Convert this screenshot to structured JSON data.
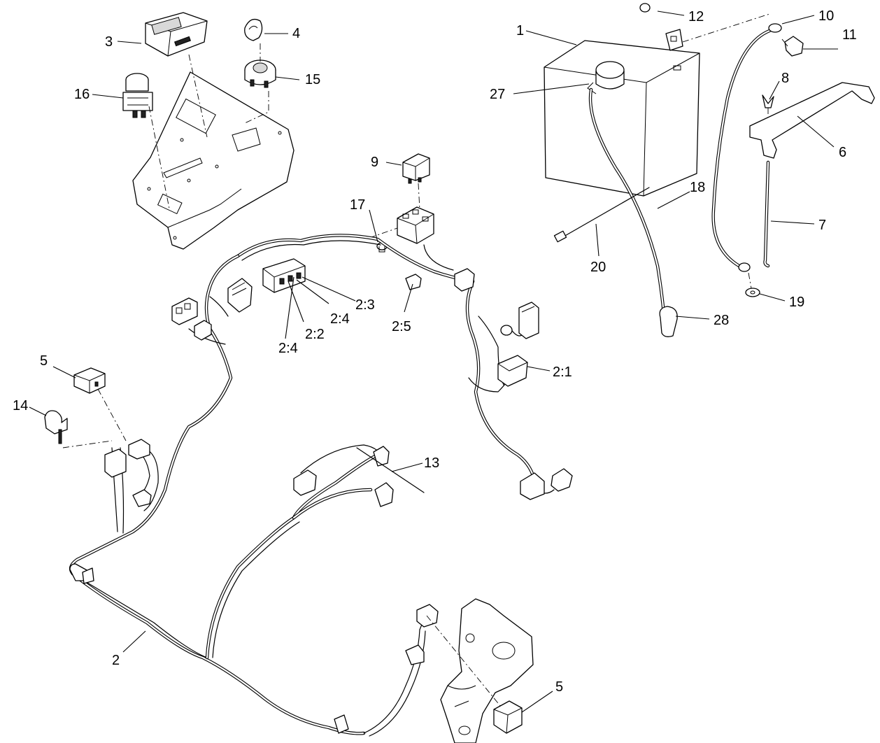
{
  "callouts": {
    "c1": "1",
    "c2": "2",
    "c3": "3",
    "c4": "4",
    "c5a": "5",
    "c5b": "5",
    "c6": "6",
    "c7": "7",
    "c8": "8",
    "c9": "9",
    "c10": "10",
    "c11": "11",
    "c12": "12",
    "c13": "13",
    "c14": "14",
    "c15": "15",
    "c16": "16",
    "c17": "17",
    "c18": "18",
    "c19": "19",
    "c20": "20",
    "c27": "27",
    "c28": "28",
    "c2_1": "2:1",
    "c2_2": "2:2",
    "c2_3": "2:3",
    "c2_4a": "2:4",
    "c2_4b": "2:4",
    "c2_5": "2:5"
  }
}
